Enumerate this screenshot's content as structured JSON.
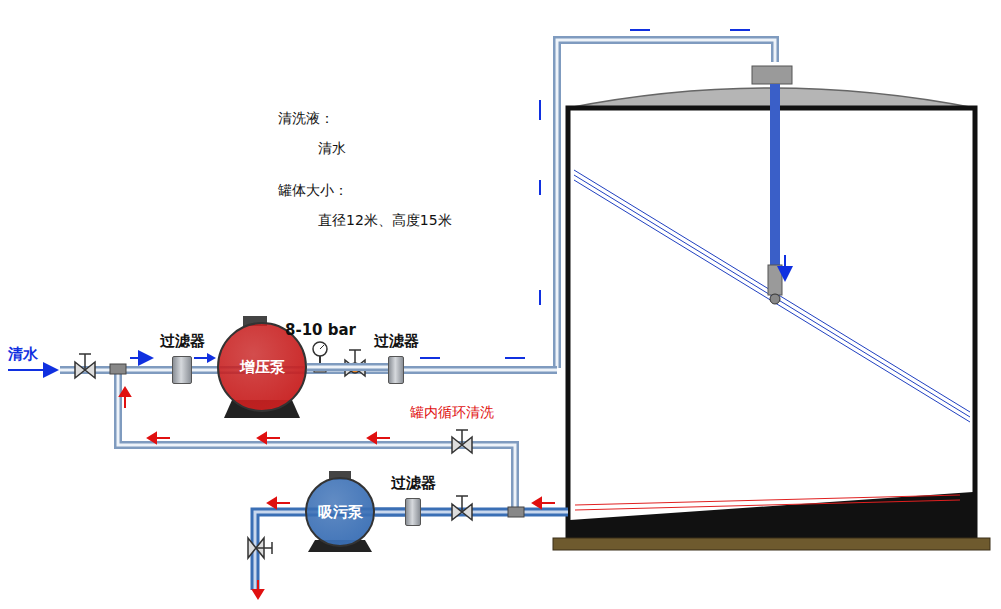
{
  "diagram": {
    "nodes": [
      {
        "text": [
          "过滤器"
        ]
      },
      {
        "text": [
          "增压泵"
        ]
      },
      {
        "text": [
          "过滤器"
        ]
      },
      {
        "text": [
          "过滤器"
        ]
      },
      {
        "text": [
          "吸污泵"
        ]
      }
    ],
    "edges": [
      {
        "from": 0,
        "to": 1,
        "arrow": "to"
      },
      {
        "from": 1,
        "to": 2,
        "arrow": "none"
      },
      {
        "from": 3,
        "to": 4,
        "arrow": "none"
      }
    ],
    "labels": [
      "清洗液：",
      "清水",
      "罐体大小：",
      "直径12米、高度15米",
      "清水",
      "8-10 bar",
      "罐内循环清洗"
    ]
  }
}
